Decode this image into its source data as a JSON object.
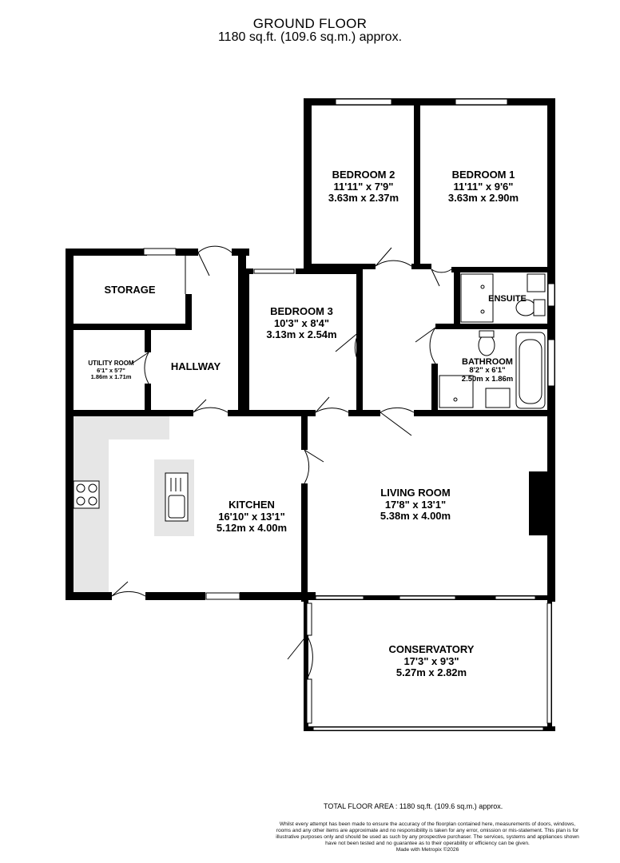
{
  "header": {
    "title": "GROUND FLOOR",
    "area": "1180 sq.ft. (109.6 sq.m.) approx."
  },
  "rooms": {
    "bedroom2": {
      "name": "BEDROOM 2",
      "imperial": "11'11\"  x 7'9\"",
      "metric": "3.63m  x 2.37m"
    },
    "bedroom1": {
      "name": "BEDROOM 1",
      "imperial": "11'11\"  x 9'6\"",
      "metric": "3.63m  x 2.90m"
    },
    "storage": {
      "name": "STORAGE"
    },
    "bedroom3": {
      "name": "BEDROOM 3",
      "imperial": "10'3\"  x 8'4\"",
      "metric": "3.13m  x 2.54m"
    },
    "ensuite": {
      "name": "ENSUITE"
    },
    "utility": {
      "name": "UTILITY ROOM",
      "imperial": "6'1\"  x 5'7\"",
      "metric": "1.86m  x 1.71m"
    },
    "hallway": {
      "name": "HALLWAY"
    },
    "bathroom": {
      "name": "BATHROOM",
      "imperial": "8'2\"  x 6'1\"",
      "metric": "2.50m  x 1.86m"
    },
    "kitchen": {
      "name": "KITCHEN",
      "imperial": "16'10\"  x 13'1\"",
      "metric": "5.12m  x 4.00m"
    },
    "living": {
      "name": "LIVING ROOM",
      "imperial": "17'8\"  x 13'1\"",
      "metric": "5.38m  x 4.00m"
    },
    "conservatory": {
      "name": "CONSERVATORY",
      "imperial": "17'3\"  x 9'3\"",
      "metric": "5.27m  x 2.82m"
    }
  },
  "footer": {
    "total": "TOTAL FLOOR AREA : 1180 sq.ft. (109.6 sq.m.) approx.",
    "disclaimer": "Whilst every attempt has been made to ensure the accuracy of the floorplan contained here, measurements of doors, windows, rooms and any other items are approximate and no responsibility is taken for any error, omission or mis-statement. This plan is for illustrative purposes only and should be used as such by any prospective purchaser. The services, systems and appliances shown have not been tested and no guarantee as to their operability or efficiency can be given.",
    "credit": "Made with Metropix ©2026"
  },
  "colors": {
    "wall": "#000000",
    "counter": "#e6e6e6",
    "window": "#ffffff",
    "background": "#ffffff"
  }
}
